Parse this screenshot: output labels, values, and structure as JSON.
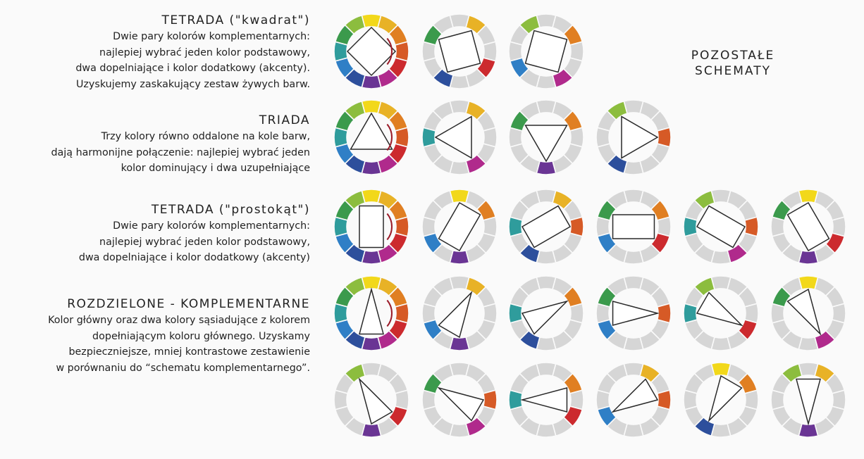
{
  "sections": [
    {
      "title": "TETRADA (\"kwadrat\")",
      "lines": [
        "Dwie pary kolorów komplementarnych:",
        "najlepiej wybrać jeden kolor podstawowy,",
        "dwa dopelniające i kolor dodatkowy (akcenty).",
        "Uzyskujemy zaskakujący zestaw żywych barw."
      ]
    },
    {
      "title": "TRIADA",
      "lines": [
        "Trzy kolory równo oddalone na kole barw,",
        "dają harmonijne połączenie: najlepiej wybrać jeden",
        "kolor dominujący i dwa uzupełniające"
      ]
    },
    {
      "title": "TETRADA (\"prostokąt\")",
      "lines": [
        "Dwie pary kolorów komplementarnych:",
        "najlepiej wybrać jeden kolor podstawowy,",
        "dwa dopelniające i kolor dodatkowy (akcenty)"
      ]
    },
    {
      "title": "ROZDZIELONE - KOMPLEMENTARNE",
      "lines": [
        "Kolor główny oraz dwa kolory sąsiadujące z kolorem",
        "dopełniającym koloru głównego. Uzyskamy",
        "bezpieczniejsze, mniej kontrastowe zestawienie",
        "w porównaniu do “schematu komplementarnego”."
      ]
    }
  ],
  "other_schemes": [
    "POZOSTAŁE",
    "SCHEMATY"
  ],
  "wheel_colors": [
    "#f2d81a",
    "#e8b226",
    "#e07f22",
    "#d65a26",
    "#cc2a2e",
    "#b02a8c",
    "#6a3594",
    "#2d4f9c",
    "#2f7fc6",
    "#2f9c9c",
    "#3b9a4c",
    "#8cbd3e"
  ],
  "inactive_color": "#d6d6d6",
  "outline_color": "#2a2a2a",
  "arrow_color": "#9b1c2a",
  "rows": [
    [
      {
        "full": true,
        "shape": [
          0,
          3,
          6,
          9
        ]
      },
      {
        "shape": [
          1,
          4,
          7,
          10
        ]
      },
      {
        "shape": [
          11,
          2,
          5,
          8
        ]
      }
    ],
    [
      {
        "full": true,
        "shape": [
          0,
          4,
          8
        ]
      },
      {
        "shape": [
          1,
          5,
          9
        ]
      },
      {
        "shape": [
          2,
          6,
          10
        ]
      },
      {
        "shape": [
          11,
          3,
          7
        ]
      }
    ],
    [
      {
        "full": true,
        "shape": [
          11,
          1,
          5,
          7
        ]
      },
      {
        "shape": [
          0,
          2,
          6,
          8
        ]
      },
      {
        "shape": [
          1,
          3,
          7,
          9
        ]
      },
      {
        "shape": [
          2,
          4,
          8,
          10
        ]
      },
      {
        "shape": [
          3,
          5,
          9,
          11
        ]
      },
      {
        "shape": [
          4,
          6,
          10,
          0
        ]
      }
    ],
    [
      {
        "full": true,
        "shape": [
          0,
          5,
          7
        ]
      },
      {
        "shape": [
          1,
          6,
          8
        ]
      },
      {
        "shape": [
          2,
          7,
          9
        ]
      },
      {
        "shape": [
          3,
          8,
          10
        ]
      },
      {
        "shape": [
          4,
          9,
          11
        ]
      },
      {
        "shape": [
          5,
          10,
          0
        ]
      }
    ],
    [
      {
        "shape": [
          11,
          4,
          6
        ]
      },
      {
        "shape": [
          10,
          3,
          5
        ]
      },
      {
        "shape": [
          9,
          2,
          4
        ]
      },
      {
        "shape": [
          8,
          1,
          3
        ]
      },
      {
        "shape": [
          7,
          0,
          2
        ]
      },
      {
        "shape": [
          6,
          11,
          1
        ]
      }
    ]
  ]
}
